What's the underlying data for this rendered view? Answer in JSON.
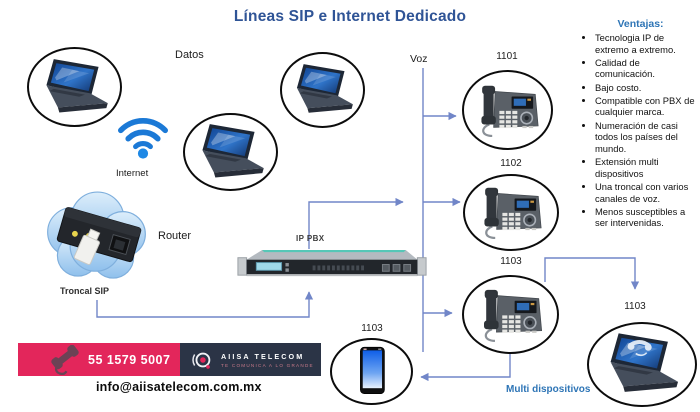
{
  "title": "Líneas SIP e Internet Dedicado",
  "labels": {
    "datos": "Datos",
    "internet": "Internet",
    "router": "Router",
    "troncal_sip": "Troncal SIP",
    "ip_pbx": "IP PBX",
    "voz": "Voz",
    "multi_dispositivos": "Multi dispositivos"
  },
  "extensions": {
    "phone1": "1101",
    "phone2": "1102",
    "phone3": "1103",
    "smartphone": "1103",
    "laptop_softphone": "1103"
  },
  "ventajas": {
    "heading": "Ventajas:",
    "items": [
      "Tecnologia IP de extremo a extremo.",
      "Calidad de comunicación.",
      "Bajo costo.",
      "Compatible con PBX de cualquier marca.",
      "Numeración de casi todos los países del mundo.",
      "Extensión multi dispositivos",
      "Una troncal con varios canales de voz.",
      "Menos susceptibles a ser intervenidas."
    ]
  },
  "footer": {
    "phone_number": "55 1579 5007",
    "brand": "AIISA TELECOM",
    "tagline": "TE COMUNICA A LO GRANDE",
    "email": "info@aiisatelecom.com.mx"
  },
  "colors": {
    "title_blue": "#2F5496",
    "accent_blue": "#2E75B6",
    "connector_blue": "#7186C8",
    "banner_pink": "#E3265B",
    "banner_navy": "#2B3446",
    "wifi_blue": "#1B79D6"
  }
}
